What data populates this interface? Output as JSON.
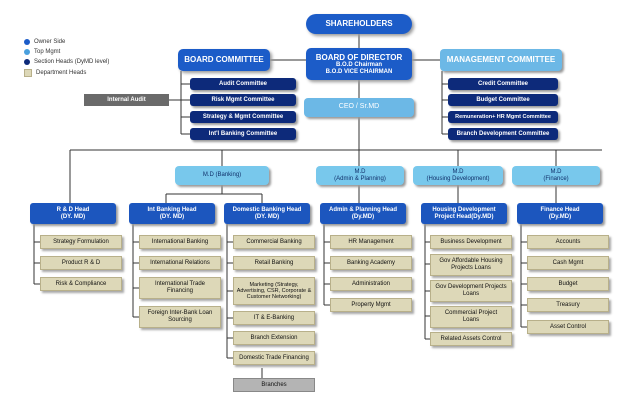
{
  "legend": [
    {
      "label": "Owner Side",
      "color": "#1c5cc8",
      "shape": "dot"
    },
    {
      "label": "Top Mgmt",
      "color": "#4aa0de",
      "shape": "dot"
    },
    {
      "label": "Section Heads (DyMD level)",
      "color": "#0d2a7a",
      "shape": "dot"
    },
    {
      "label": "Department Heads",
      "color": "#ddd8b8",
      "shape": "square"
    }
  ],
  "shareholders": "SHAREHOLDERS",
  "board_of_director": {
    "title": "BOARD OF DIRECTOR",
    "line1": "B.O.D Chairman",
    "line2": "B.O.D VICE CHAIRMAN"
  },
  "board_committee": {
    "title": "BOARD COMMITTEE",
    "items": [
      "Audit Committee",
      "Risk Mgmt Committee",
      "Strategy & Mgmt Committee",
      "Int'l Banking Committee"
    ]
  },
  "management_committee": {
    "title": "MANAGEMENT COMMITTEE",
    "items": [
      "Credit Committee",
      "Budget Committee",
      "Remuneration+ HR Mgmt Committee",
      "Branch Development Committee"
    ]
  },
  "internal_audit": "Internal Audit",
  "ceo": "CEO / Sr.MD",
  "md_boxes": [
    {
      "title": "M.D (Banking)",
      "sub": ""
    },
    {
      "title": "M.D",
      "sub": "(Admin & Planning)"
    },
    {
      "title": "M.D",
      "sub": "(Housing Development)"
    },
    {
      "title": "M.D",
      "sub": "(Finance)"
    }
  ],
  "heads": [
    {
      "title": "R & D Head",
      "sub": "(DY. MD)",
      "items": [
        "Strategy Formulation",
        "Product R & D",
        "Risk & Compliance"
      ]
    },
    {
      "title": "Int Banking Head",
      "sub": "(DY. MD)",
      "items": [
        "International Banking",
        "International Relations",
        "International Trade Financing",
        "Foreign Inter-Bank Loan Sourcing"
      ]
    },
    {
      "title": "Domestic Banking Head",
      "sub": "(DY. MD)",
      "items": [
        "Commercial Banking",
        "Retail Banking",
        "Marketing (Strategy, Advertising, CSR, Corporate & Customer Networking)",
        "IT & E-Banking",
        "Branch Extension",
        "Domestic Trade Financing"
      ]
    },
    {
      "title": "Admin & Planning Head",
      "sub": "(Dy.MD)",
      "items": [
        "HR Management",
        "Banking Academy",
        "Administration",
        "Property Mgmt"
      ]
    },
    {
      "title": "Housing Development",
      "sub": "Project Head(Dy.MD)",
      "items": [
        "Business Development",
        "Gov Affordable Housing Projects Loans",
        "Gov Development Projects Loans",
        "Commercial Project Loans",
        "Related Assets Control"
      ]
    },
    {
      "title": "Finance Head",
      "sub": "(Dy.MD)",
      "items": [
        "Accounts",
        "Cash Mgmt",
        "Budget",
        "Treasury",
        "Asset Control"
      ]
    }
  ],
  "branches": "Branches"
}
